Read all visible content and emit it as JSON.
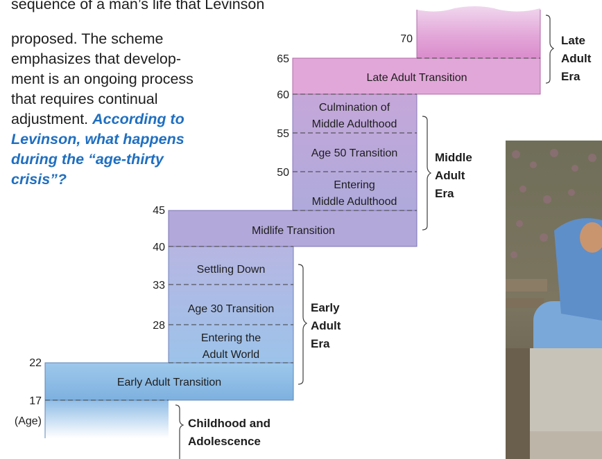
{
  "caption": {
    "lines": [
      "sequence of a man’s life that Levinson",
      "proposed. The scheme",
      "emphasizes that develop-",
      "ment is an ongoing process",
      "that requires continual",
      "adjustment."
    ],
    "question_lines": [
      "According to",
      "Levinson, what happens",
      "during the “age-thirty",
      "crisis”?"
    ]
  },
  "ages": {
    "axis_label": "(Age)",
    "a17": "17",
    "a22": "22",
    "a28": "28",
    "a33": "33",
    "a40": "40",
    "a45": "45",
    "a50": "50",
    "a55": "55",
    "a60": "60",
    "a65": "65",
    "a70": "70"
  },
  "periods": {
    "early_adult_transition": "Early Adult Transition",
    "entering_adult_world": [
      "Entering the",
      "Adult World"
    ],
    "age_30_transition": "Age 30 Transition",
    "settling_down": "Settling Down",
    "midlife_transition": "Midlife Transition",
    "entering_middle_adulthood": [
      "Entering",
      "Middle Adulthood"
    ],
    "age_50_transition": "Age 50 Transition",
    "culmination": [
      "Culmination of",
      "Middle Adulthood"
    ],
    "late_adult_transition": "Late Adult Transition"
  },
  "eras": {
    "childhood": [
      "Childhood and",
      "Adolescence"
    ],
    "early": [
      "Early",
      "Adult",
      "Era"
    ],
    "middle": [
      "Middle",
      "Adult",
      "Era"
    ],
    "late": [
      "Late",
      "Adult",
      "Era"
    ]
  },
  "colors": {
    "blue": "#8fbde6",
    "purple": "#b7a6d6",
    "pink": "#e39bd0",
    "question": "#1f6fc1"
  }
}
